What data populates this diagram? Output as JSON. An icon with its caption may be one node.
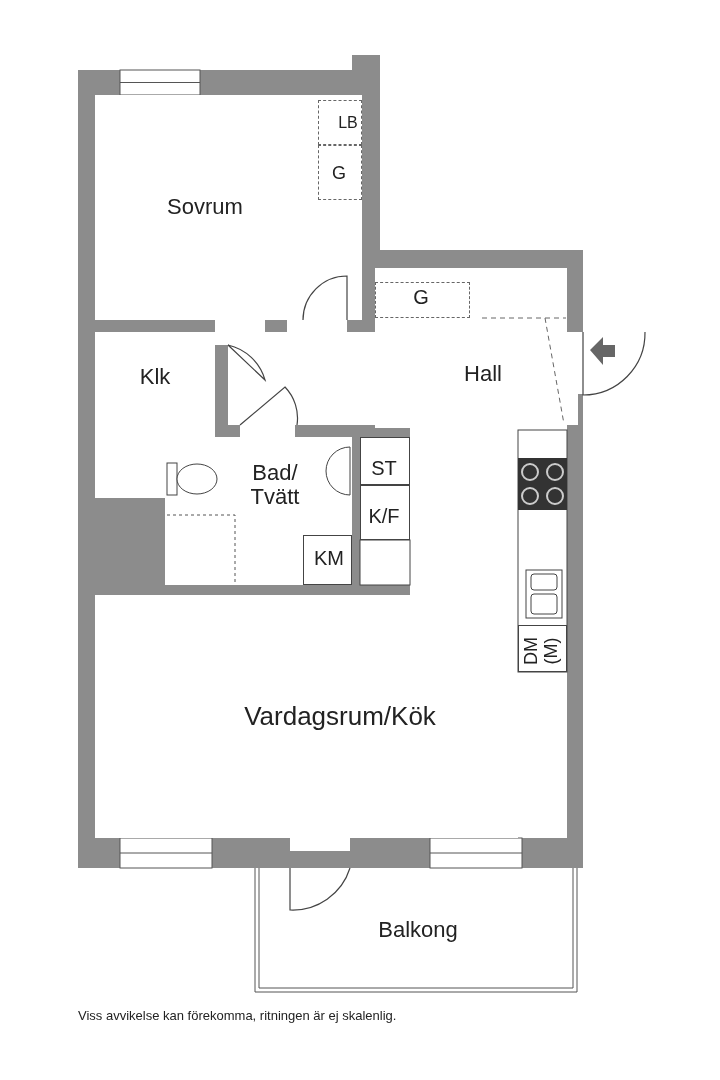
{
  "diagram": {
    "caption": "Viss avvikelse kan förekomma, ritningen är ej skalenlig.",
    "nodes": [
      {
        "text": [
          "Sovrum"
        ]
      },
      {
        "text": [
          "LB"
        ],
        "in": 0
      },
      {
        "text": [
          "G"
        ],
        "in": 0
      },
      {
        "text": [
          "Klk"
        ]
      },
      {
        "text": [
          "Hall"
        ]
      },
      {
        "text": [
          "G"
        ],
        "in": 4
      },
      {
        "text": [
          "Bad/ Tvätt"
        ]
      },
      {
        "text": [
          "ST"
        ]
      },
      {
        "text": [
          "K/F"
        ]
      },
      {
        "text": [
          "KM"
        ],
        "in": 6
      },
      {
        "text": [
          "DM (M)"
        ]
      },
      {
        "text": [
          "Vardagsrum/Kök"
        ]
      },
      {
        "text": [
          "Balkong"
        ]
      }
    ],
    "edges": []
  }
}
